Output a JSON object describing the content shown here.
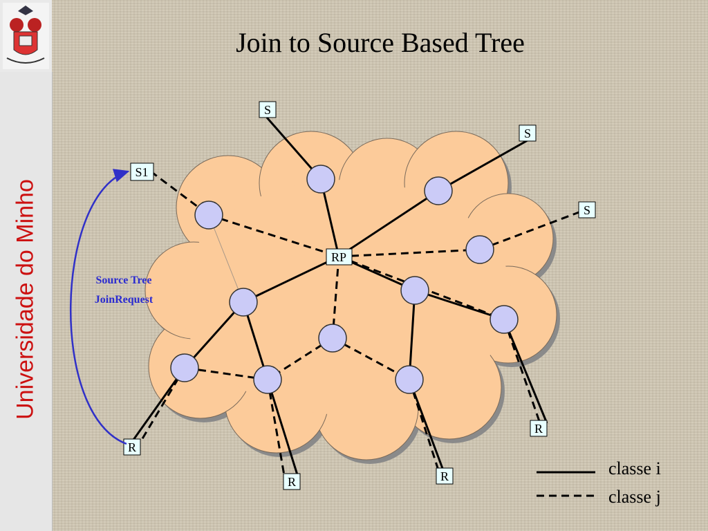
{
  "title": "Join to Source Based Tree",
  "sidebar": {
    "university": "Universidade do Minho"
  },
  "diagram": {
    "labels": {
      "s_top": "S",
      "s_right_top": "S",
      "s_right": "S",
      "s1": "S1",
      "rp": "RP",
      "r_left": "R",
      "r_bottom_left": "R",
      "r_bottom_mid": "R",
      "r_right": "R"
    },
    "annotation": {
      "line1": "Source Tree",
      "line2": "JoinRequest"
    },
    "colors": {
      "cloud": "#fccb9a",
      "node": "#cbcbf7",
      "arrow": "#3030c8",
      "label_box": "#e8ffff"
    }
  },
  "legend": {
    "solid": "classe i",
    "dashed": "classe j"
  }
}
